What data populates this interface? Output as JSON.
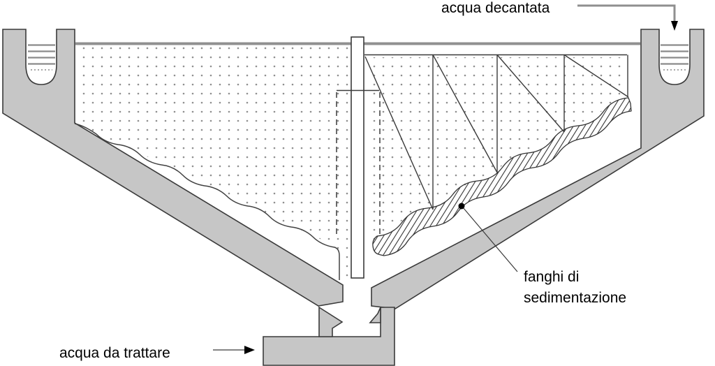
{
  "diagram": {
    "annotations": {
      "decanted_water": {
        "text": "acqua decantata",
        "arrow_icon": "down-arrow"
      },
      "sludge": {
        "line1": "fanghi di",
        "line2": "sedimentazione",
        "marker_icon": "leader-dot"
      },
      "raw_water": {
        "text": "acqua da trattare",
        "arrow_icon": "right-arrow"
      }
    },
    "colors": {
      "concrete_fill": "#c6c6c6",
      "outline": "#3a3a3a",
      "water_surface_line": "#909090",
      "stipple_dots": "#8f8f8f",
      "sludge_hatch": "#333333",
      "label_text": "#000000",
      "background": "#ffffff"
    }
  }
}
